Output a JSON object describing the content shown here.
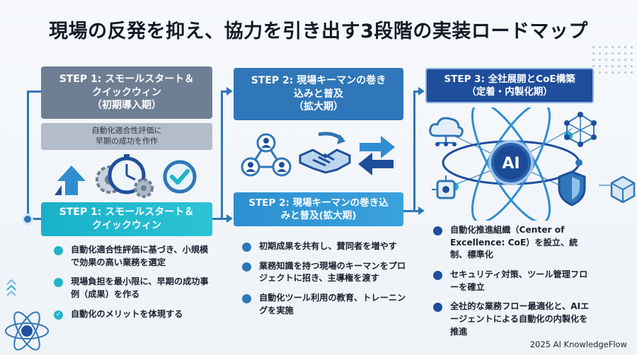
{
  "title": "現場の反発を抑え、協力を引き出す3段階の実装ロードマップ",
  "step1": {
    "header_line1": "STEP 1: スモールスタート＆",
    "header_line2": "クイックウィン",
    "header_line3": "（初期導入期）",
    "sub_line1": "自動化適合性評価に",
    "sub_line2": "早期の成功を作作",
    "bottom_line1": "STEP 1: スモールスタート＆",
    "bottom_line2": "クイックウィン",
    "bullets": [
      "自動化適合性評価に基づき、小規模で効果の高い業務を選定",
      "現場負担を最小限に、早期の成功事例（成果）を作る",
      "自動化のメリットを体現する"
    ]
  },
  "step2": {
    "header_line1": "STEP 2: 現場キーマンの巻き",
    "header_line2": "込みと普及",
    "header_line3": "（拡大期）",
    "bottom_line1": "STEP 2: 現場キーマンの巻き込",
    "bottom_line2": "みと普及(拡大期)",
    "bullets": [
      "初期成果を共有し、賛同者を増やす",
      "業務知識を持つ現場のキーマンをプロジェクトに招き、主導権を渡す",
      "自動化ツール利用の教育、トレーニングを実施"
    ]
  },
  "step3": {
    "header_line1": "STEP 3: 全社展開とCoE構築",
    "header_line2": "（定着・内製化期）",
    "ai_label": "AI",
    "bullets": [
      "自動化推進組織（Center of Excellence: CoE）を設立、統制、標準化",
      "セキュリティ対策、ツール管理フローを確立",
      "全社的な業務フロー最適化と、AIエージェントによる自動化の内製化を推進"
    ]
  },
  "icons": [
    "arrow-up-icon",
    "stopwatch-gear-icon",
    "check-circle-icon",
    "team-network-icon",
    "handshake-icon",
    "exchange-arrows-icon",
    "cloud-network-icon",
    "ai-atom-icon",
    "shield-icon",
    "cube-network-icon"
  ],
  "colors": {
    "step1": "#6f7f93",
    "step1_accent": "#1fb4c9",
    "step2": "#2f77b8",
    "step3": "#1f4e9c"
  },
  "footer": "2025 AI KnowledgeFlow"
}
